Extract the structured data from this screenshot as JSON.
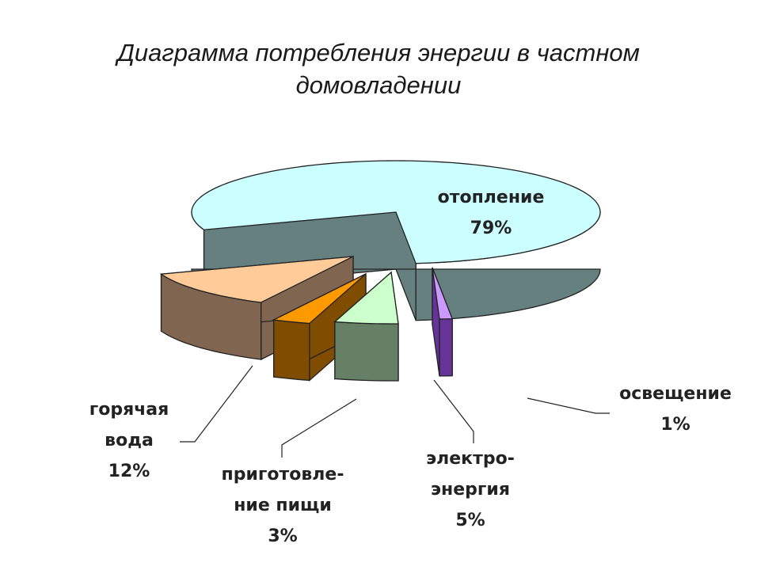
{
  "chart_data": {
    "type": "pie",
    "style": "3d-exploded",
    "title_lines": [
      "Диаграмма потребления энергии в частном",
      "домовладении"
    ],
    "slices": [
      {
        "key": "heating",
        "label_lines": [
          "отопление",
          "79%"
        ],
        "value": 79,
        "color": "#ccffff",
        "side_color": "#668080"
      },
      {
        "key": "lighting",
        "label_lines": [
          "освещение",
          "1%"
        ],
        "value": 1,
        "color": "#cc99ff",
        "side_color": "#663399"
      },
      {
        "key": "electricity",
        "label_lines": [
          "электро-",
          "энергия",
          "5%"
        ],
        "value": 5,
        "color": "#ccffcc",
        "side_color": "#668066"
      },
      {
        "key": "cooking",
        "label_lines": [
          "приготовле-",
          "ние пищи",
          "3%"
        ],
        "value": 3,
        "color": "#ff9900",
        "side_color": "#804c00"
      },
      {
        "key": "hot-water",
        "label_lines": [
          "горячая",
          "вода",
          "12%"
        ],
        "value": 12,
        "color": "#ffcc99",
        "side_color": "#806650"
      }
    ],
    "legend": "none"
  }
}
